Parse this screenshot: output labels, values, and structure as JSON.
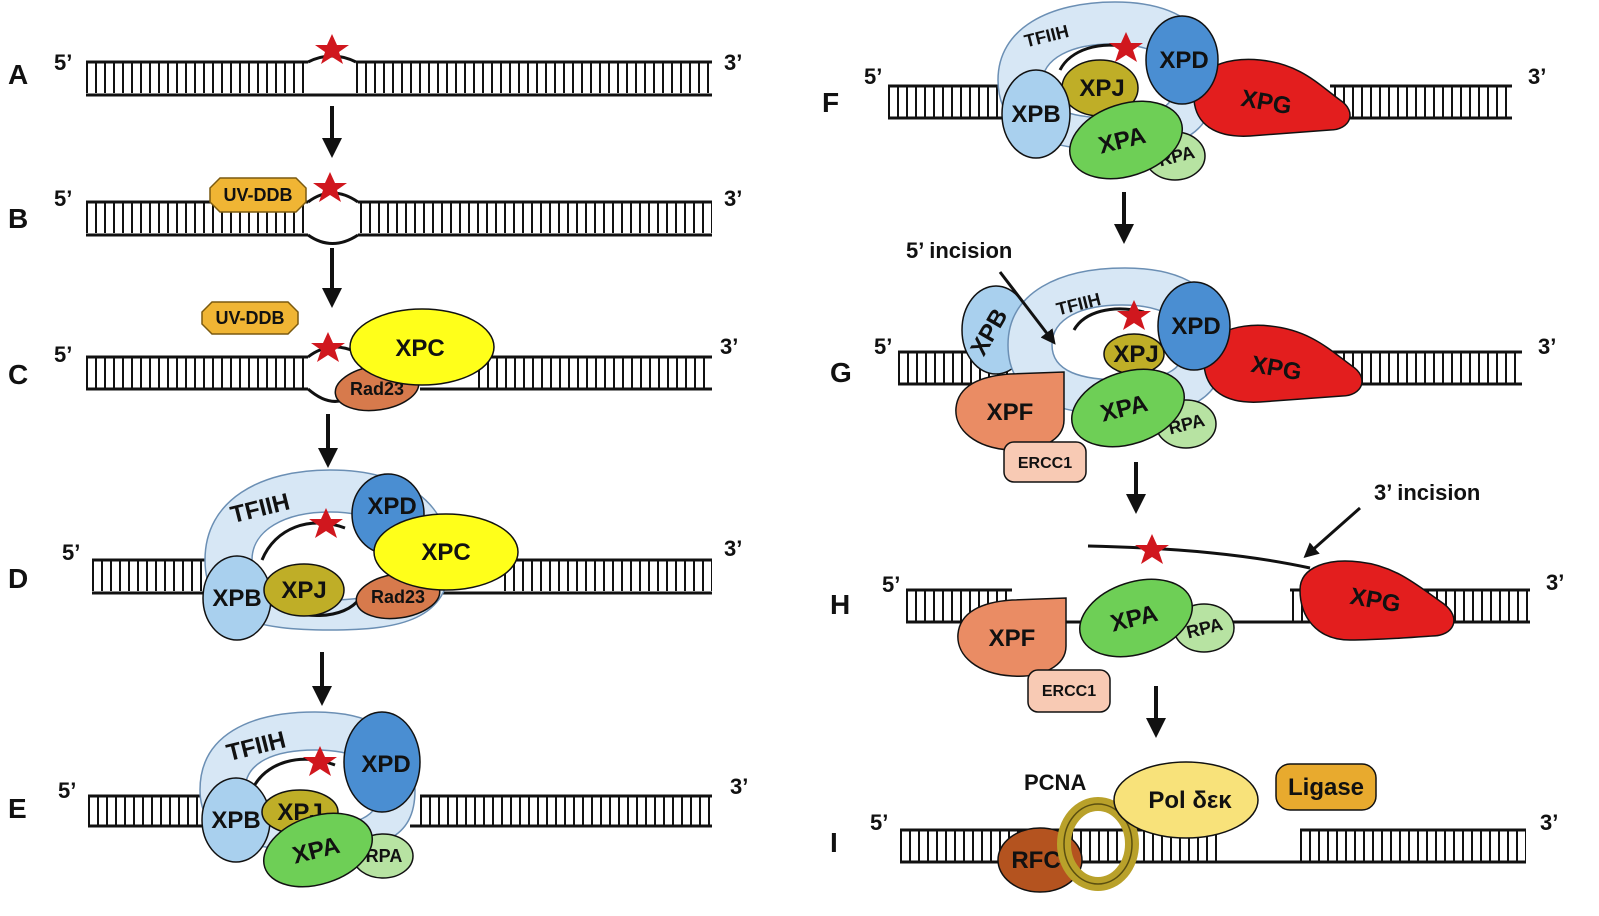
{
  "panels": {
    "A": "A",
    "B": "B",
    "C": "C",
    "D": "D",
    "E": "E",
    "F": "F",
    "G": "G",
    "H": "H",
    "I": "I"
  },
  "strand_ends": {
    "five": "5’",
    "three": "3’"
  },
  "proteins": {
    "uv_ddb": "UV-DDB",
    "xpc": "XPC",
    "rad23": "Rad23",
    "tfiih": "TFIIH",
    "xpd": "XPD",
    "xpb": "XPB",
    "xpj": "XPJ",
    "xpa": "XPA",
    "rpa": "RPA",
    "xpg": "XPG",
    "xpf": "XPF",
    "ercc1": "ERCC1",
    "pcna": "PCNA",
    "pol": "Pol δεκ",
    "ligase": "Ligase",
    "rfc": "RFC"
  },
  "annotations": {
    "five_incision": "5’ incision",
    "three_incision": "3’ incision"
  },
  "colors": {
    "lesion": "#d0171e",
    "uv_ddb": "#f0b534",
    "xpc": "#ffff1a",
    "rad23": "#d77a4c",
    "tfiih": "#d7e7f5",
    "xpd": "#4a8ed2",
    "xpb": "#a9d0ee",
    "xpj": "#bfae27",
    "xpa": "#6ecf56",
    "rpa": "#b7e3a2",
    "xpg": "#e31e1e",
    "xpf": "#ea8c64",
    "ercc1": "#f8cab4",
    "pol": "#f8e27a",
    "ligase": "#e8aa2e",
    "rfc": "#b4531f",
    "pcna": "#b9a12a"
  }
}
